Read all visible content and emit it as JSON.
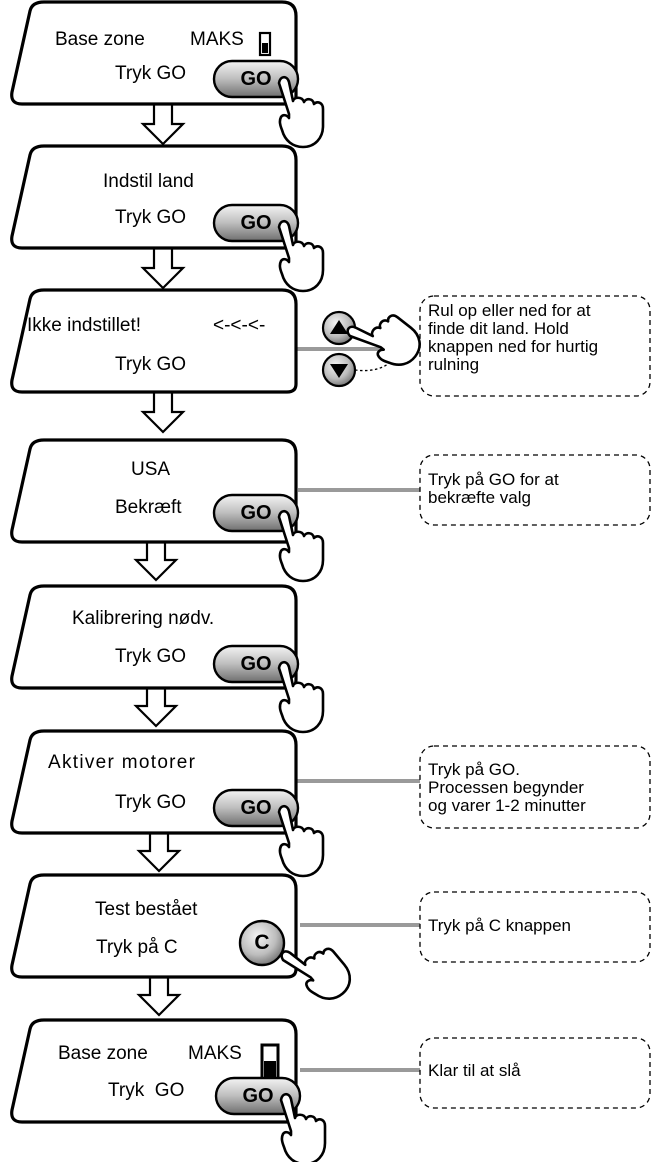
{
  "screens": [
    {
      "line1": "Base zone",
      "indicator": "MAKS",
      "line2": "Tryk GO",
      "button": "GO"
    },
    {
      "line1": "Indstil land",
      "line2": "Tryk GO",
      "button": "GO"
    },
    {
      "line1": "Ikke indstillet!",
      "indicator": "<-<-<-",
      "line2": "Tryk GO"
    },
    {
      "line1": "USA",
      "line2": "Bekræft",
      "button": "GO"
    },
    {
      "line1": "Kalibrering nødv.",
      "line2": "Tryk GO",
      "button": "GO"
    },
    {
      "line1": "Aktiver motorer",
      "line2": "Tryk GO",
      "button": "GO"
    },
    {
      "line1": "Test bestået",
      "line2": "Tryk på C",
      "button": "C"
    },
    {
      "line1": "Base zone",
      "indicator": "MAKS",
      "line2": "Tryk  GO",
      "button": "GO"
    }
  ],
  "notes": {
    "scroll": [
      "Rul op eller ned for at",
      "finde dit land. Hold",
      "knappen ned for hurtig",
      "rulning"
    ],
    "confirm": [
      "Tryk på GO for at",
      "bekræfte valg"
    ],
    "activate": [
      "Tryk på GO.",
      "Processen begynder",
      "og varer 1-2 minutter"
    ],
    "press_c": [
      "Tryk på C knappen"
    ],
    "ready": [
      "Klar til at slå"
    ]
  },
  "icons": [
    "down-arrow-icon",
    "hand-pointer-icon",
    "scroll-up-icon",
    "scroll-down-icon",
    "battery-icon"
  ]
}
